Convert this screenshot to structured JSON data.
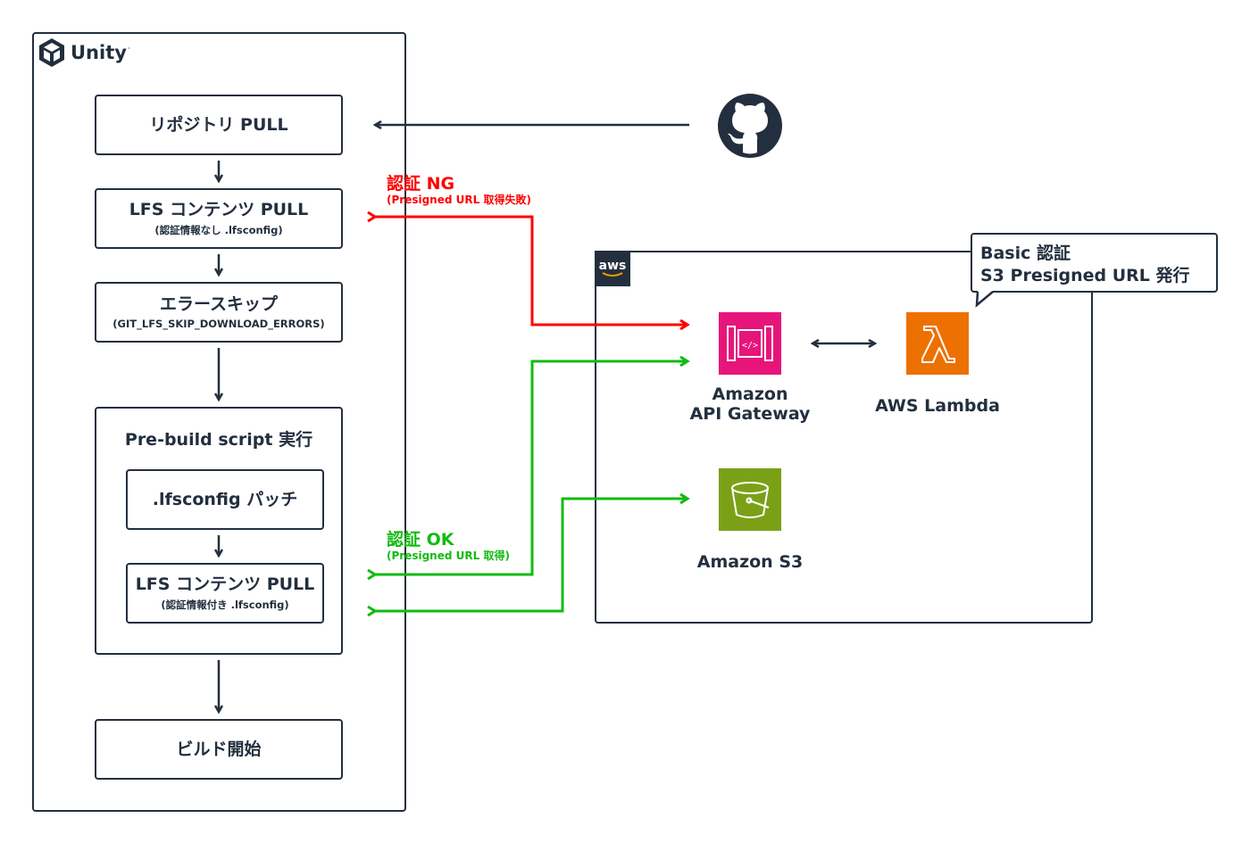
{
  "unity": {
    "logo_text": "Unity"
  },
  "steps": {
    "repo_pull": {
      "title": "リポジトリ PULL"
    },
    "lfs_pull1": {
      "title": "LFS コンテンツ PULL",
      "sub": "(認証情報なし .lfsconfig)"
    },
    "error_skip": {
      "title": "エラースキップ",
      "sub": "(GIT_LFS_SKIP_DOWNLOAD_ERRORS)"
    },
    "prebuild": {
      "title": "Pre-build script 実行"
    },
    "lfsconfig_patch": {
      "title": ".lfsconfig パッチ"
    },
    "lfs_pull2": {
      "title": "LFS コンテンツ PULL",
      "sub": "(認証情報付き .lfsconfig)"
    },
    "build_start": {
      "title": "ビルド開始"
    }
  },
  "auth_ng": {
    "title": "認証 NG",
    "sub": "(Presigned URL 取得失敗)",
    "color": "#ff0000"
  },
  "auth_ok": {
    "title": "認証 OK",
    "sub": "(Presigned URL 取得)",
    "color": "#11bb11"
  },
  "aws": {
    "badge": "aws",
    "callout_line1": "Basic 認証",
    "callout_line2": "S3 Presigned URL 発行",
    "api_gateway": {
      "line1": "Amazon",
      "line2": "API Gateway",
      "color": "#e7157b",
      "icon": "api-gateway-icon"
    },
    "lambda": {
      "label": "AWS Lambda",
      "color": "#ed7100",
      "icon": "lambda-icon"
    },
    "s3": {
      "label": "Amazon S3",
      "color": "#7aa116",
      "icon": "s3-bucket-icon"
    }
  },
  "github": {
    "icon": "github-icon"
  },
  "colors": {
    "ink": "#232f3e",
    "red": "#ff0000",
    "green": "#11bb11"
  }
}
